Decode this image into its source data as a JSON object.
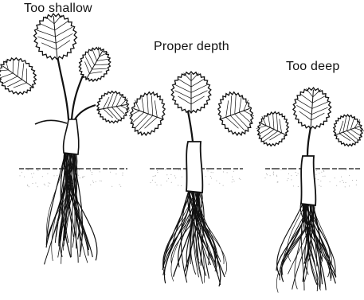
{
  "labels": {
    "too_shallow": "Too shallow",
    "proper_depth": "Proper depth",
    "too_deep": "Too deep"
  },
  "colors": {
    "ink": "#111111",
    "soil_stipple": "#9a9a9a",
    "background": "#ffffff"
  }
}
